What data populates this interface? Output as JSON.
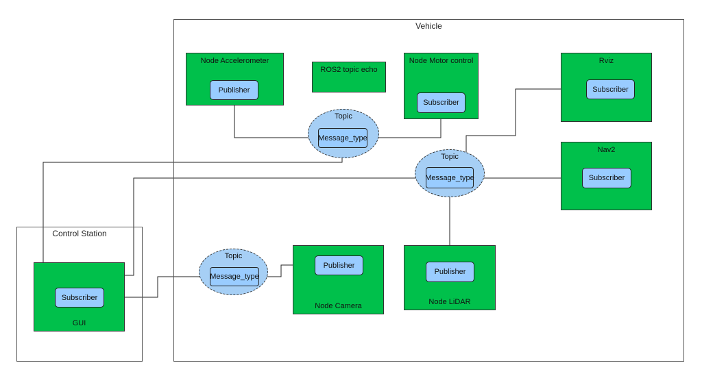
{
  "containers": {
    "vehicle": "Vehicle",
    "control_station": "Control Station"
  },
  "nodes": {
    "accelerometer": {
      "label": "Node Accelerometer",
      "inner": "Publisher"
    },
    "topic_echo": {
      "label": "ROS2 topic echo"
    },
    "motor_control": {
      "label": "Node Motor control",
      "inner": "Subscriber"
    },
    "rviz": {
      "label": "Rviz",
      "inner": "Subscriber"
    },
    "nav2": {
      "label": "Nav2",
      "inner": "Subscriber"
    },
    "camera": {
      "label": "Node Camera",
      "inner": "Publisher"
    },
    "lidar": {
      "label": "Node LiDAR",
      "inner": "Publisher"
    },
    "gui": {
      "label": "GUI",
      "inner": "Subscriber"
    }
  },
  "topics": {
    "top": {
      "label": "Topic",
      "message": "Message_type"
    },
    "right": {
      "label": "Topic",
      "message": "Message_type"
    },
    "camera": {
      "label": "Topic",
      "message": "Message_type"
    }
  },
  "colors": {
    "node_fill": "#00c04b",
    "box_fill": "#99ccff",
    "topic_fill": "#a6cff5",
    "line": "#222222"
  }
}
